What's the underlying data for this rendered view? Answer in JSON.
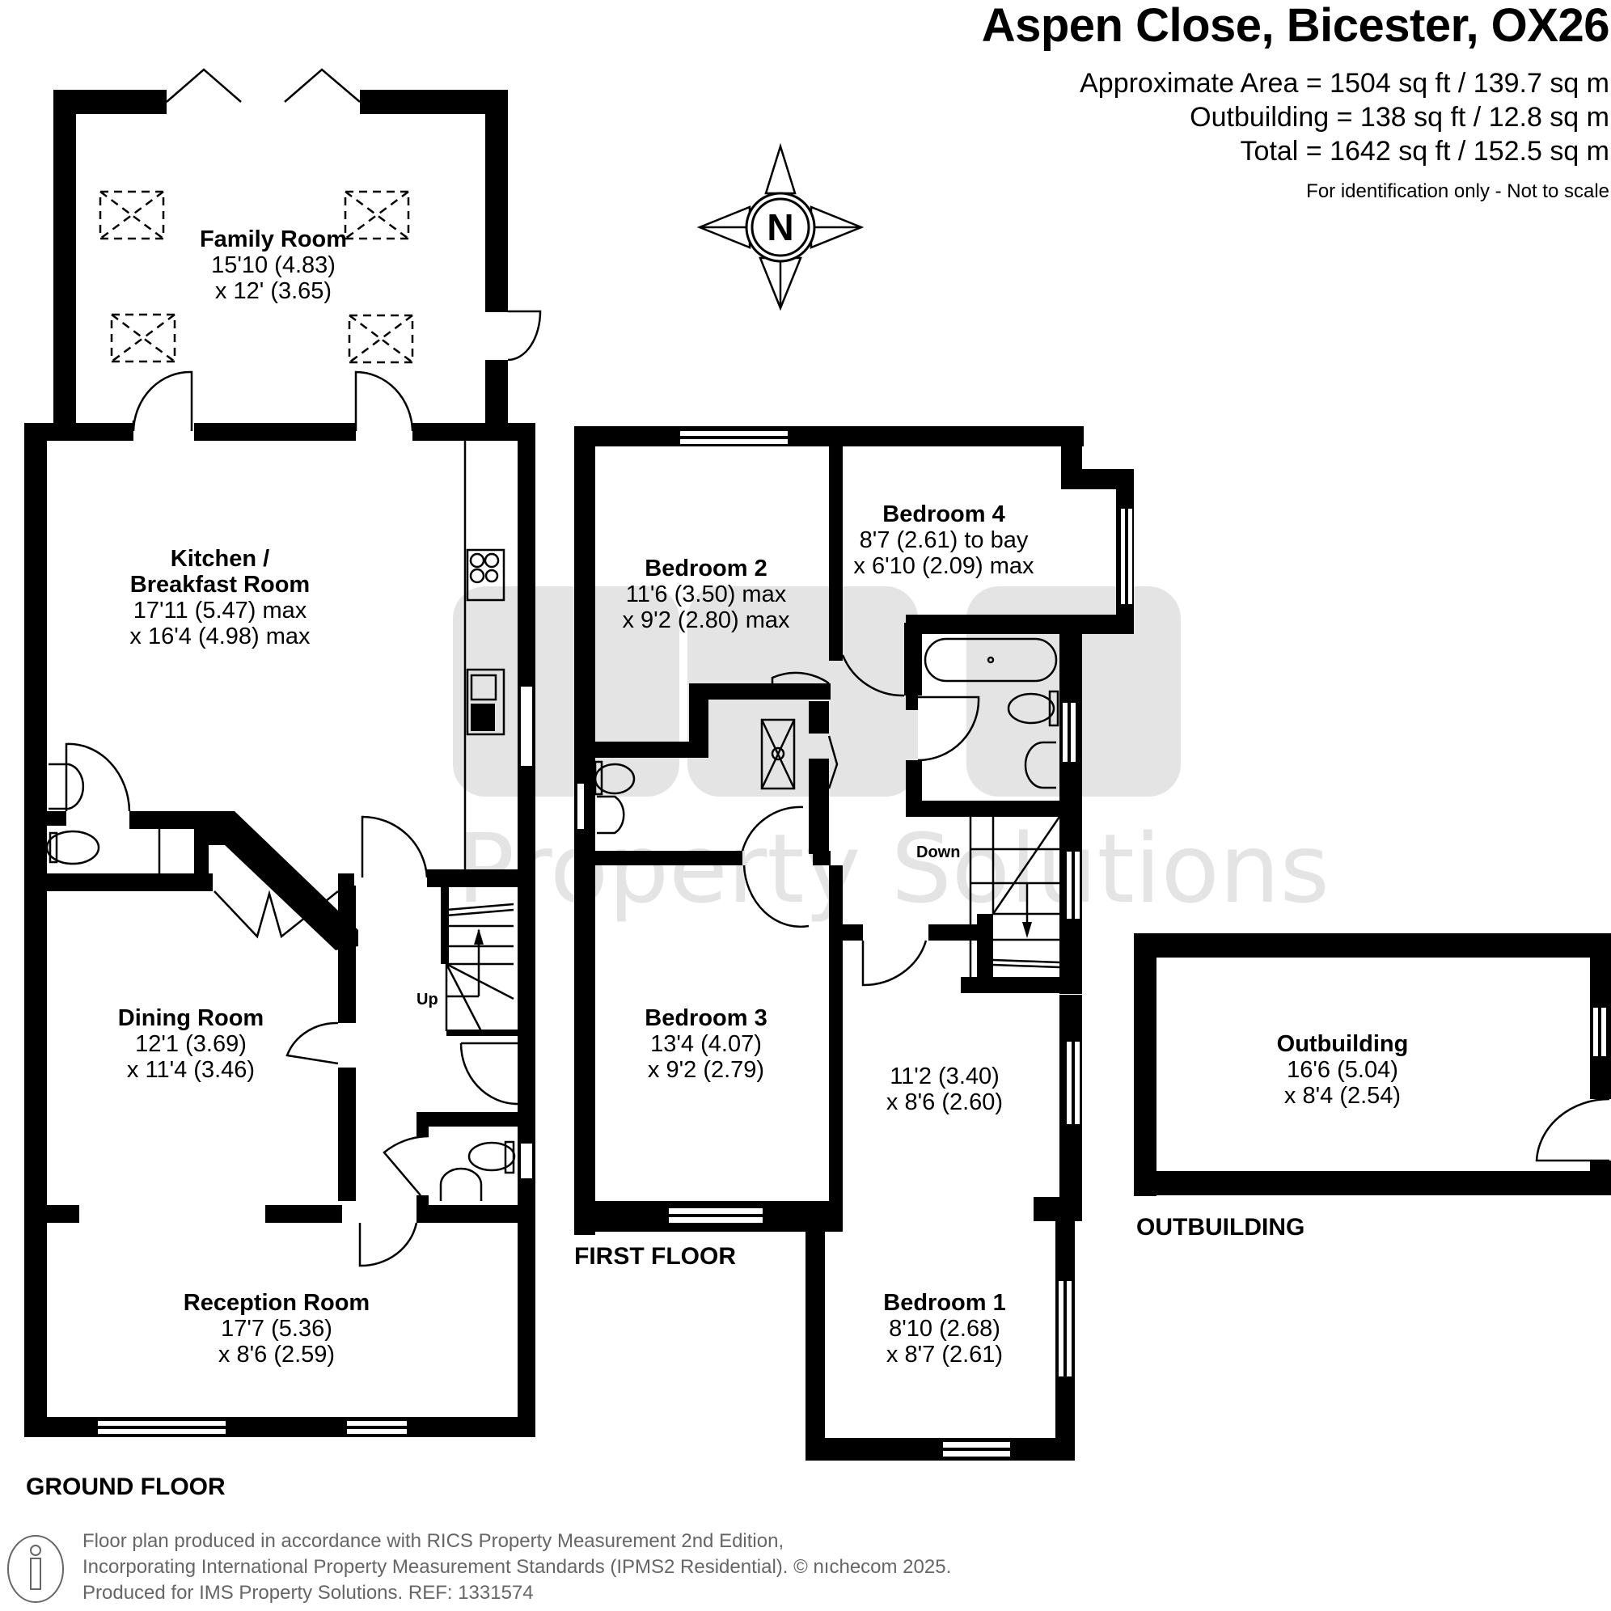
{
  "header": {
    "title": "Aspen Close, Bicester, OX26",
    "approximate_area": "Approximate Area = 1504 sq ft / 139.7 sq m",
    "outbuilding_area": "Outbuilding = 138 sq ft / 12.8 sq m",
    "total_area": "Total = 1642 sq ft / 152.5 sq m",
    "disclaimer": "For identification only - Not to scale"
  },
  "compass": {
    "label": "N",
    "icon": "compass-rose-icon"
  },
  "watermark": {
    "logo": "IMS",
    "text": "Property Solutions",
    "color": "#e4e4e4"
  },
  "floors": {
    "ground": {
      "label": "GROUND FLOOR",
      "stairs_label": "Up",
      "rooms": [
        {
          "name": "Family Room",
          "dim1": "15'10 (4.83)",
          "dim2": "x 12' (3.65)"
        },
        {
          "name_line1": "Kitchen /",
          "name_line2": "Breakfast Room",
          "dim1": "17'11 (5.47) max",
          "dim2": "x 16'4 (4.98)  max"
        },
        {
          "name": "Dining Room",
          "dim1": "12'1 (3.69)",
          "dim2": "x 11'4 (3.46)"
        },
        {
          "name": "Reception Room",
          "dim1": "17'7 (5.36)",
          "dim2": "x 8'6 (2.59)"
        }
      ]
    },
    "first": {
      "label": "FIRST FLOOR",
      "stairs_label": "Down",
      "rooms": [
        {
          "name": "Bedroom 2",
          "dim1": "11'6 (3.50) max",
          "dim2": "x 9'2 (2.80) max"
        },
        {
          "name": "Bedroom 4",
          "dim1": "8'7 (2.61) to bay",
          "dim2": "x 6'10 (2.09) max"
        },
        {
          "name": "Bedroom 3",
          "dim1": "13'4 (4.07)",
          "dim2": "x 9'2 (2.79)"
        },
        {
          "name": "Bedroom 1",
          "dim0": "11'2 (3.40)",
          "dim0b": "x 8'6 (2.60)",
          "dim1": "8'10 (2.68)",
          "dim2": "x 8'7 (2.61)"
        }
      ]
    },
    "outbuilding": {
      "label": "OUTBUILDING",
      "rooms": [
        {
          "name": "Outbuilding",
          "dim1": "16'6 (5.04)",
          "dim2": "x 8'4 (2.54)"
        }
      ]
    }
  },
  "footer": {
    "line1": "Floor plan produced in accordance with RICS Property Measurement 2nd Edition,",
    "line2": "Incorporating International Property Measurement Standards (IPMS2 Residential).   © nıchecom 2025.",
    "line3": "Produced for IMS Property Solutions.   REF:  1331574",
    "icon": "info-person-icon"
  }
}
